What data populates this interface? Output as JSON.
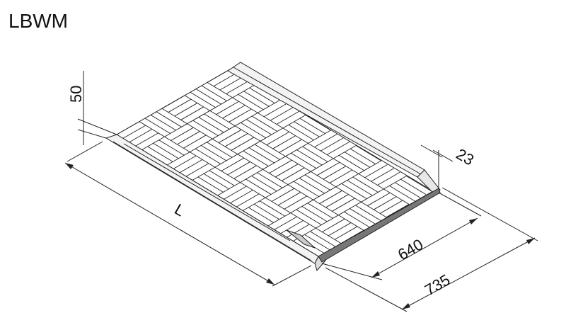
{
  "title": "LBWM",
  "dimensions": {
    "height": "50",
    "rail_height": "23",
    "length": "L",
    "inner_width": "640",
    "outer_width": "735"
  },
  "pattern": {
    "blocks_short": 5,
    "blocks_long": 8,
    "lines_per_block": 4
  }
}
